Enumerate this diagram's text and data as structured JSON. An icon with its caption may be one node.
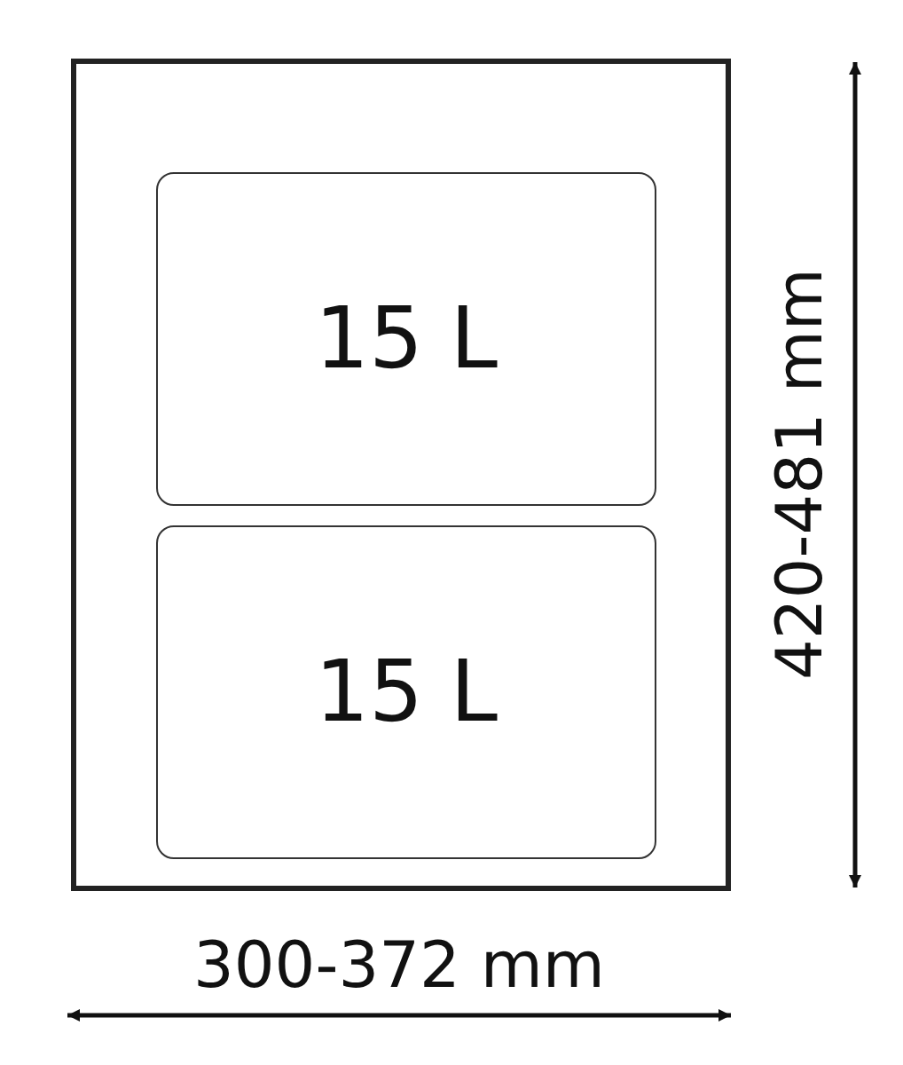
{
  "diagram": {
    "nodes": [
      {
        "text": [],
        "shape": "box"
      },
      {
        "text": [
          "15 L"
        ],
        "in": 0
      },
      {
        "text": [
          "15 L"
        ],
        "in": 0
      }
    ],
    "labels": [
      "420-481 mm",
      "300-372 mm"
    ]
  }
}
